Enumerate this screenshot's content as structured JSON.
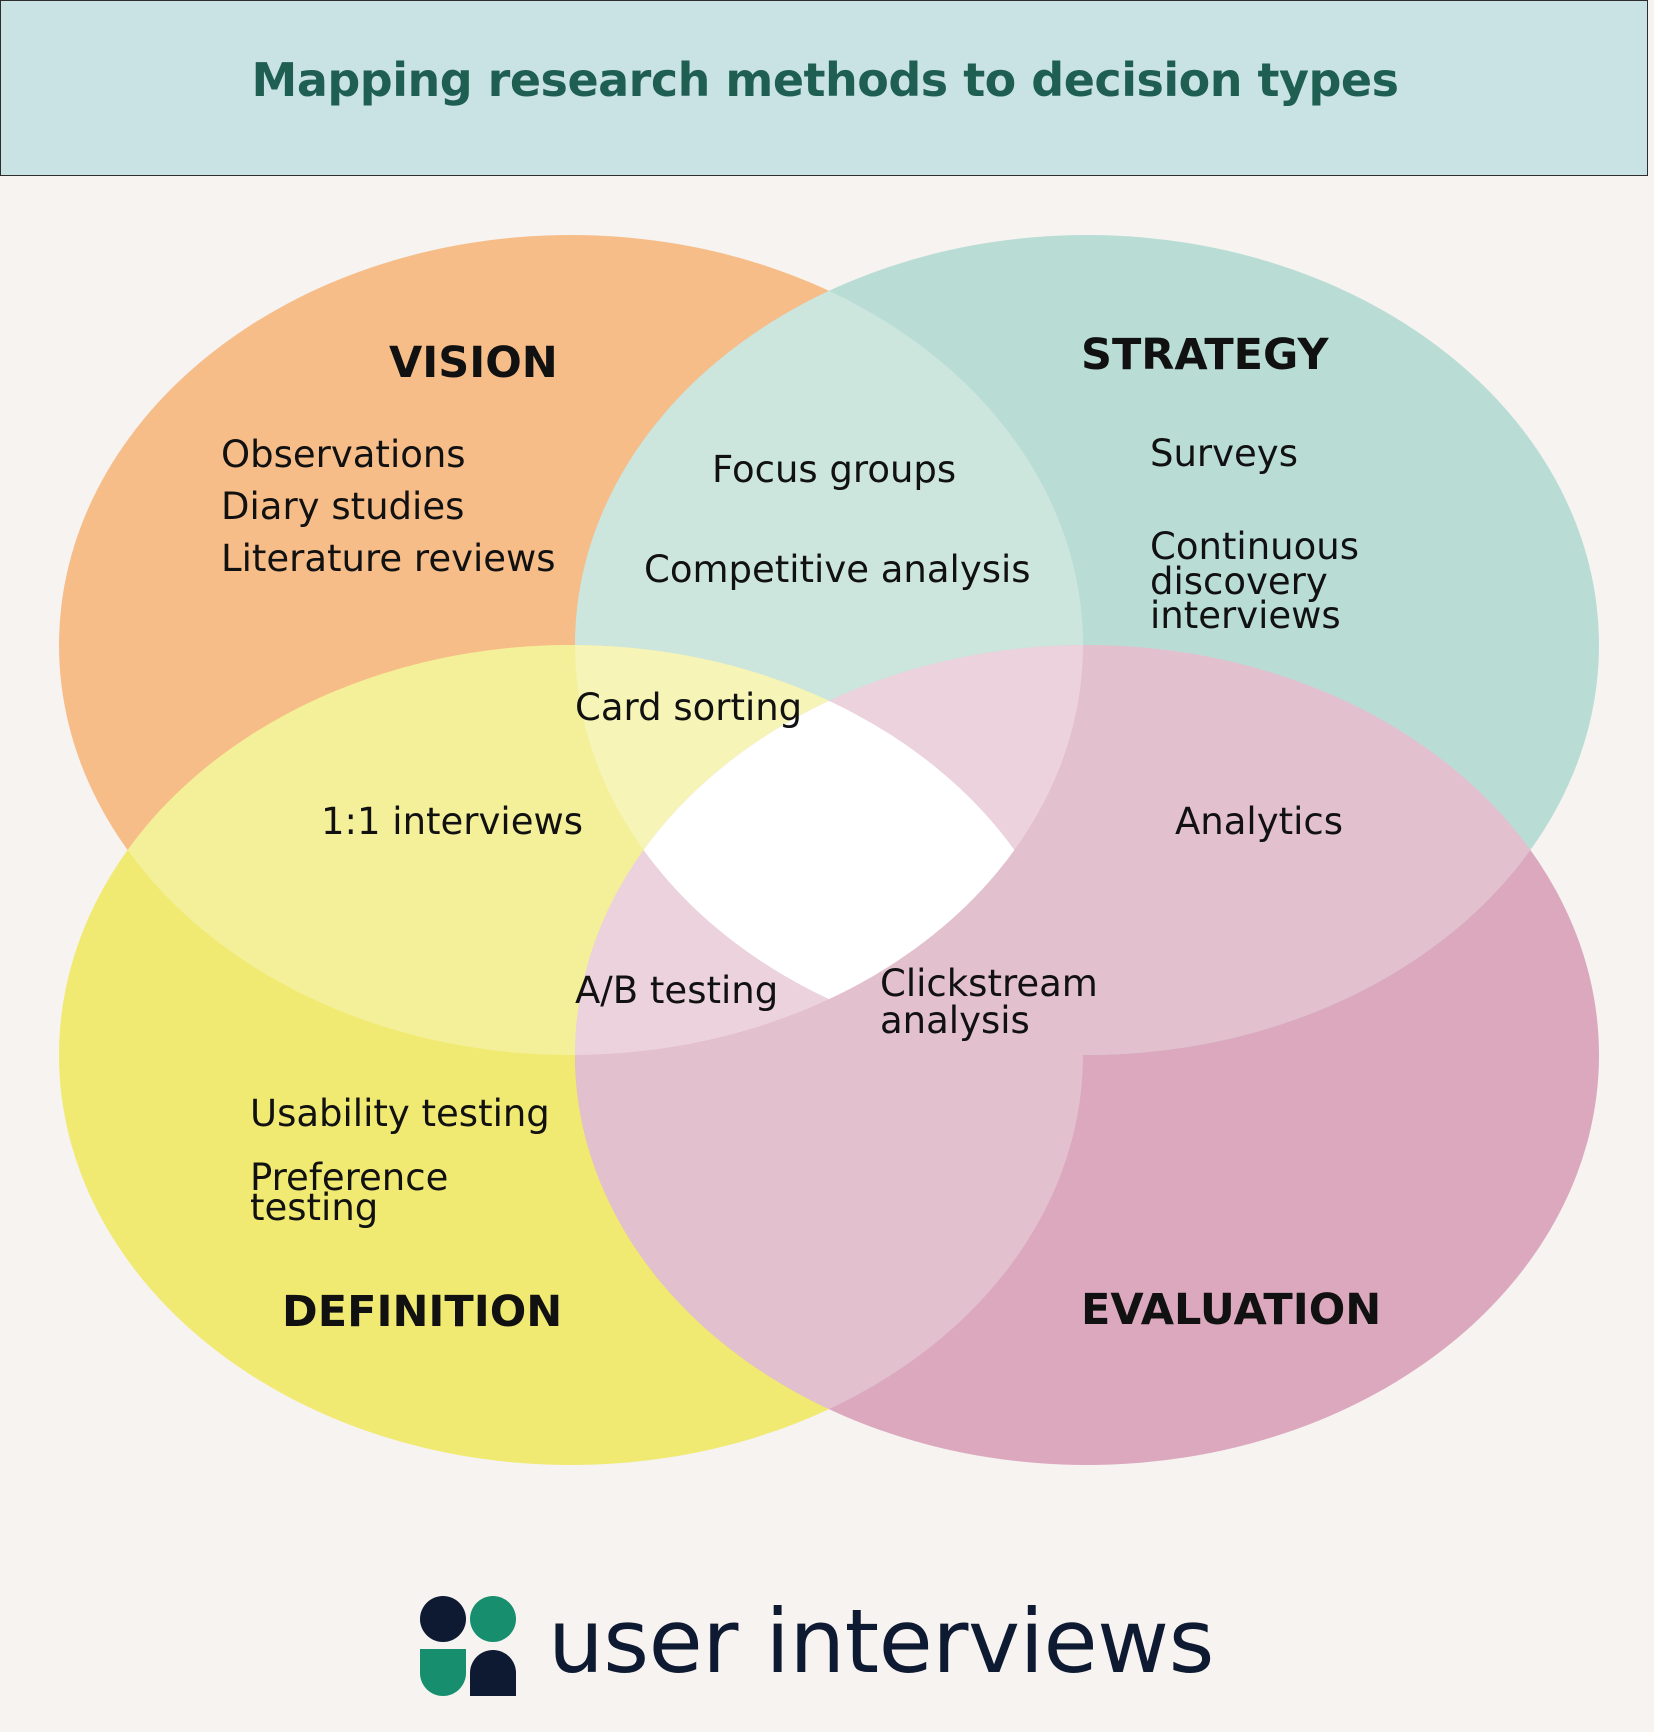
{
  "title": "Mapping research methods to decision types",
  "categories": {
    "vision": "VISION",
    "strategy": "STRATEGY",
    "definition": "DEFINITION",
    "evaluation": "EVALUATION"
  },
  "methods": {
    "vision_only": [
      "Observations",
      "Diary studies",
      "Literature reviews"
    ],
    "strategy_only": {
      "surveys": "Surveys",
      "continuous_discovery": [
        "Continuous",
        "discovery",
        "interviews"
      ]
    },
    "vision_strategy": [
      "Focus groups",
      "Competitive analysis"
    ],
    "vision_definition": "1:1 interviews",
    "vision_strategy_definition": "Card sorting",
    "strategy_evaluation": "Analytics",
    "definition_evaluation_vision": "A/B testing",
    "evaluation_definition_strategy": [
      "Clickstream",
      "analysis"
    ],
    "definition_only": {
      "usability": "Usability testing",
      "preference": [
        "Preference",
        "testing"
      ]
    }
  },
  "colors": {
    "header_bg": "#c9e2e3",
    "title": "#1e5f52",
    "page_bg": "#f6f3f1",
    "vision": "#f6bd89",
    "strategy": "#b9ddd5",
    "definition": "#f1ea72",
    "evaluation": "#dba8bd",
    "logo_dark": "#0e1a31",
    "logo_green": "#178f6e"
  },
  "brand": {
    "name": "user interviews",
    "logo_icon": "user-interviews-logo-icon"
  }
}
